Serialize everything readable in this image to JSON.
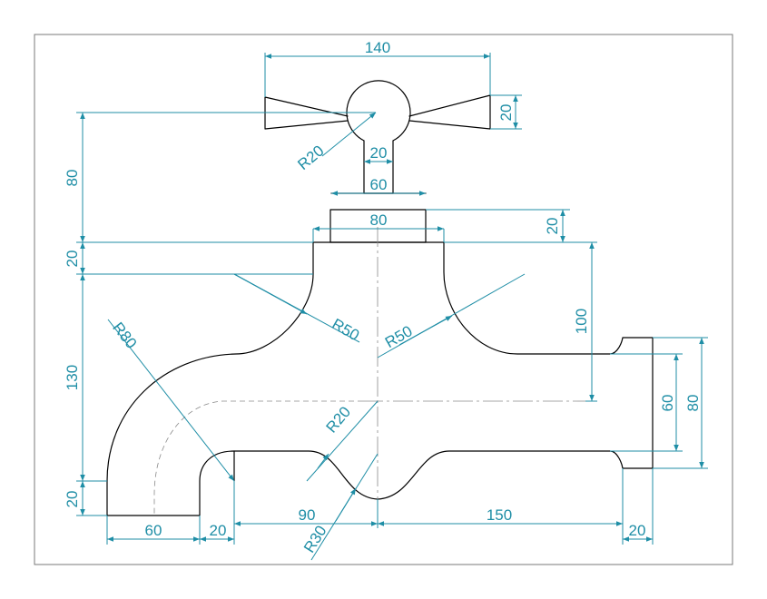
{
  "colors": {
    "object_line": "#000000",
    "dimension": "#1f8ea6",
    "center_line": "#8a8a8a",
    "frame": "#7a7a7a"
  },
  "dimensions": {
    "handle_width": "140",
    "handle_end_height": "20",
    "hub_radius": "R20",
    "stem_width": "20",
    "nut_width": "60",
    "flange_width": "80",
    "flange_height": "20",
    "top_height": "80",
    "body_shoulder": "20",
    "body_height": "130",
    "base_height": "20",
    "left_radius": "R50",
    "right_radius": "R50",
    "elbow_radius": "R80",
    "inner_radius": "R20",
    "bottom_radius": "R30",
    "spout_drop": "100",
    "spout_bore": "60",
    "spout_outer": "80",
    "pipe_width": "60",
    "pipe_wall": "20",
    "left_span": "90",
    "right_span": "150",
    "spout_lip": "20"
  }
}
